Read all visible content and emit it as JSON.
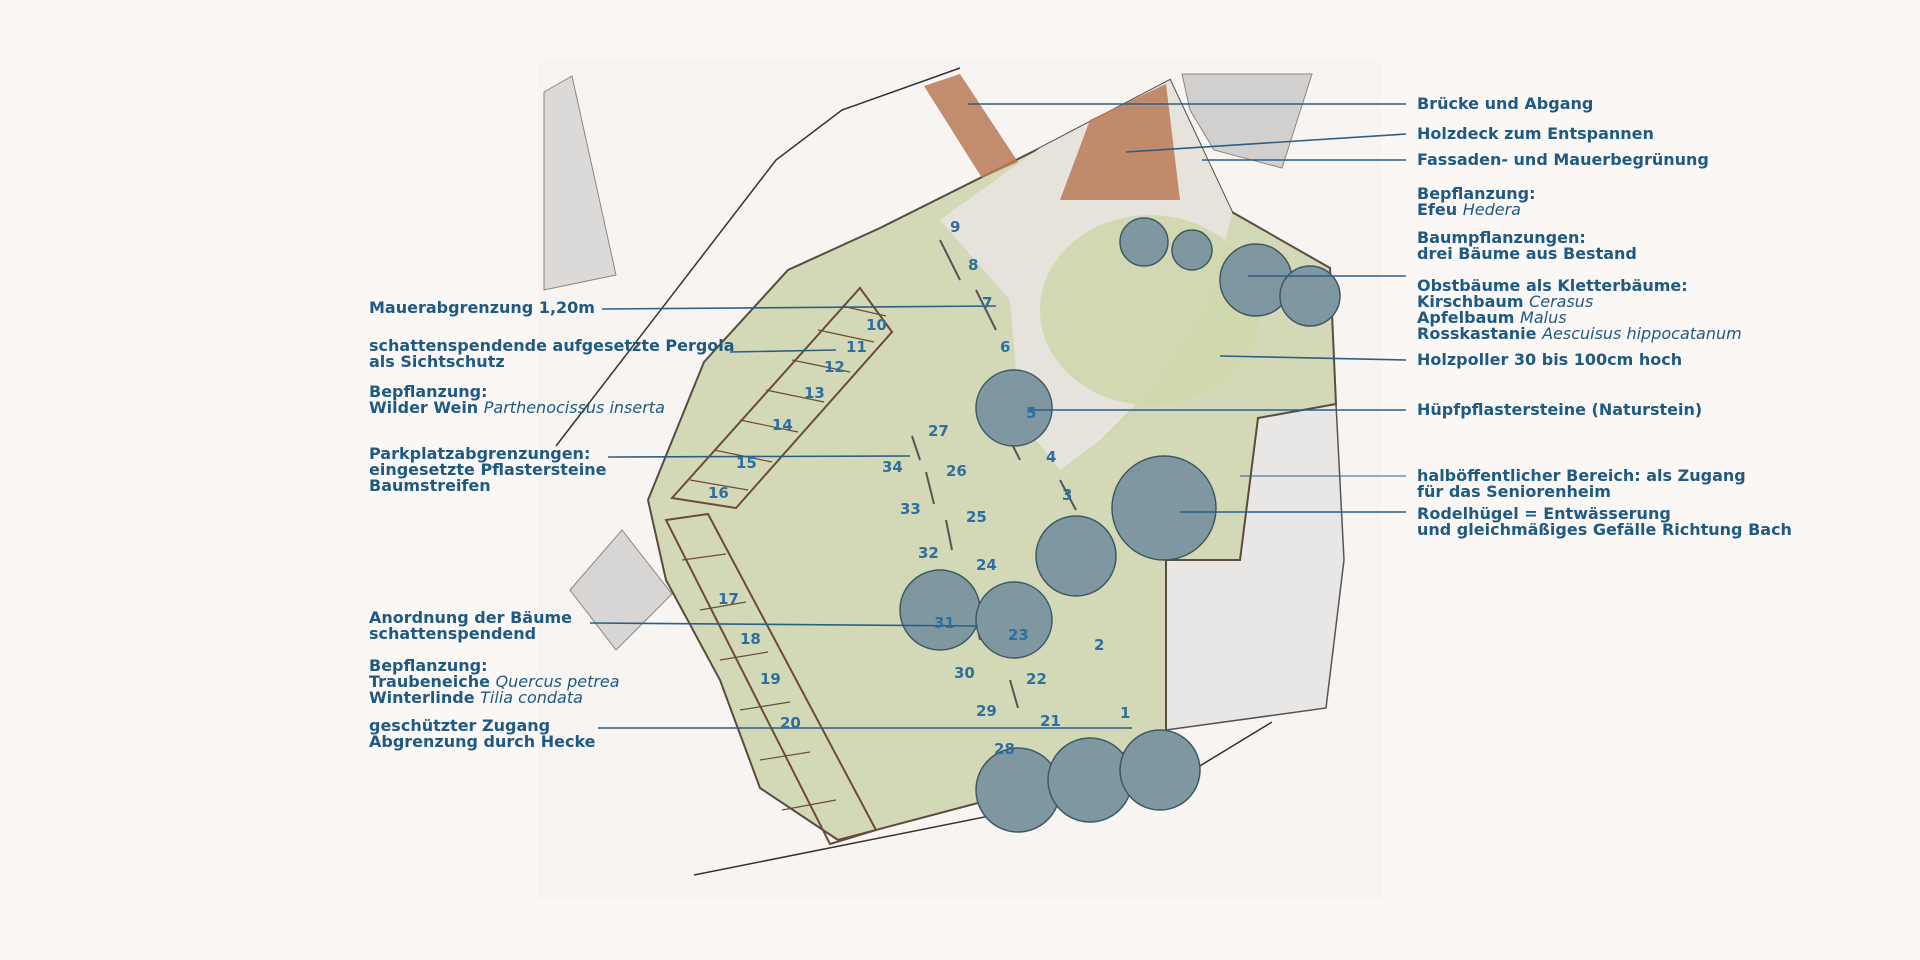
{
  "colors": {
    "label_blue": "#1e5a82",
    "leader_line": "#2c5f86",
    "number_blue": "#2f6fa0",
    "lawn_green": "#c9d2a8",
    "wood_deck": "#b97a57",
    "tree_foliage": "#5f7f8a"
  },
  "labels_left": [
    {
      "id": "mauerabgrenzung",
      "lines": [
        {
          "bold": "Mauerabgrenzung 1,20m",
          "italic": ""
        }
      ]
    },
    {
      "id": "pergola",
      "lines": [
        {
          "bold": "schattenspendende aufgesetzte Pergola",
          "italic": ""
        },
        {
          "bold": "als Sichtschutz",
          "italic": ""
        }
      ]
    },
    {
      "id": "bepflanzung-wein",
      "lines": [
        {
          "bold": "Bepflanzung:",
          "italic": ""
        },
        {
          "bold": "Wilder Wein ",
          "italic": "Parthenocissus inserta"
        }
      ]
    },
    {
      "id": "parkplatz",
      "lines": [
        {
          "bold": "Parkplatzabgrenzungen:",
          "italic": ""
        },
        {
          "bold": "eingesetzte Pflastersteine",
          "italic": ""
        },
        {
          "bold": "Baumstreifen",
          "italic": ""
        }
      ]
    },
    {
      "id": "anordnung-baeume",
      "lines": [
        {
          "bold": "Anordnung der Bäume",
          "italic": ""
        },
        {
          "bold": "schattenspendend",
          "italic": ""
        }
      ]
    },
    {
      "id": "bepflanzung-eiche",
      "lines": [
        {
          "bold": "Bepflanzung:",
          "italic": ""
        },
        {
          "bold": "Traubeneiche ",
          "italic": "Quercus petrea"
        },
        {
          "bold": "Winterlinde ",
          "italic": "Tilia condata"
        }
      ]
    },
    {
      "id": "zugang",
      "lines": [
        {
          "bold": "geschützter Zugang",
          "italic": ""
        },
        {
          "bold": "Abgrenzung durch Hecke",
          "italic": ""
        }
      ]
    }
  ],
  "labels_right": [
    {
      "id": "bruecke",
      "lines": [
        {
          "bold": "Brücke und Abgang",
          "italic": ""
        }
      ]
    },
    {
      "id": "holzdeck",
      "lines": [
        {
          "bold": "Holzdeck zum Entspannen",
          "italic": ""
        }
      ]
    },
    {
      "id": "fassade",
      "lines": [
        {
          "bold": "Fassaden- und Mauerbegrünung",
          "italic": ""
        }
      ]
    },
    {
      "id": "bepflanzung-efeu",
      "lines": [
        {
          "bold": "Bepflanzung:",
          "italic": ""
        },
        {
          "bold": "Efeu ",
          "italic": "Hedera"
        }
      ]
    },
    {
      "id": "baumpflanzungen",
      "lines": [
        {
          "bold": "Baumpflanzungen:",
          "italic": ""
        },
        {
          "bold": "drei Bäume aus Bestand",
          "italic": ""
        }
      ]
    },
    {
      "id": "obstbaeume",
      "lines": [
        {
          "bold": "Obstbäume als Kletterbäume:",
          "italic": ""
        },
        {
          "bold": "Kirschbaum ",
          "italic": "Cerasus"
        },
        {
          "bold": "Apfelbaum ",
          "italic": "Malus"
        },
        {
          "bold": "Rosskastanie ",
          "italic": "Aescuisus hippocatanum"
        }
      ]
    },
    {
      "id": "holzpoller",
      "lines": [
        {
          "bold": "Holzpoller 30 bis 100cm hoch",
          "italic": ""
        }
      ]
    },
    {
      "id": "huepfpflaster",
      "lines": [
        {
          "bold": "Hüpfpflastersteine (Naturstein)",
          "italic": ""
        }
      ]
    },
    {
      "id": "halboeffentlich",
      "lines": [
        {
          "bold": "halböffentlicher Bereich: als Zugang",
          "italic": ""
        },
        {
          "bold": "für das Seniorenheim",
          "italic": ""
        }
      ]
    },
    {
      "id": "rodelhuegel",
      "lines": [
        {
          "bold": "Rodelhügel = Entwässerung",
          "italic": ""
        },
        {
          "bold": "und gleichmäßiges Gefälle Richtung Bach",
          "italic": ""
        }
      ]
    }
  ],
  "parking_numbers": [
    "1",
    "2",
    "3",
    "4",
    "5",
    "6",
    "7",
    "8",
    "9",
    "10",
    "11",
    "12",
    "13",
    "14",
    "15",
    "16",
    "17",
    "18",
    "19",
    "20",
    "21",
    "22",
    "23",
    "24",
    "25",
    "26",
    "27",
    "28",
    "29",
    "30",
    "31",
    "32",
    "33",
    "34"
  ]
}
